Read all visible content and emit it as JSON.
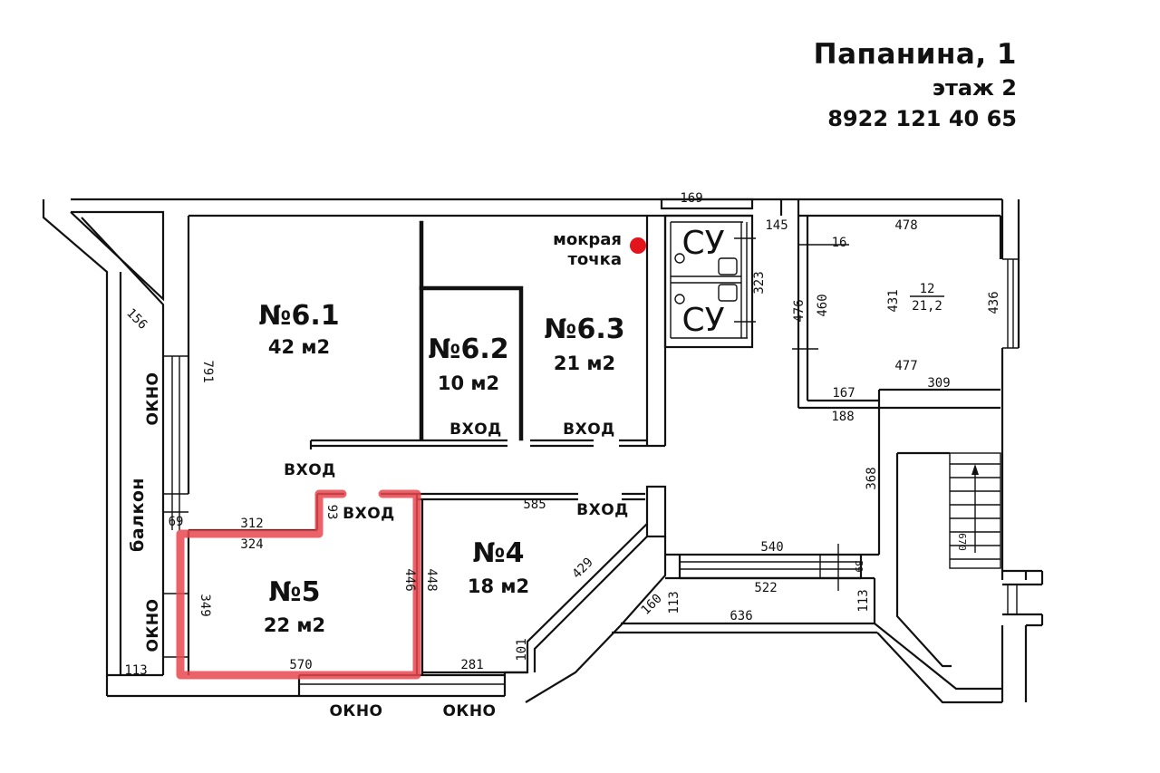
{
  "header": {
    "address": "Папанина, 1",
    "floor": "этаж 2",
    "phone": "8922 121 40 65"
  },
  "rooms": [
    {
      "id": "6.1",
      "number": "№6.1",
      "area": "42 м2"
    },
    {
      "id": "6.2",
      "number": "№6.2",
      "area": "10 м2"
    },
    {
      "id": "6.3",
      "number": "№6.3",
      "area": "21 м2"
    },
    {
      "id": "5",
      "number": "№5",
      "area": "22 м2",
      "highlighted": true
    },
    {
      "id": "4",
      "number": "№4",
      "area": "18 м2"
    }
  ],
  "room12": {
    "number": "12",
    "area": "21,2"
  },
  "labels": {
    "entrance": "ВХОД",
    "window": "ОКНО",
    "balcony": "балкон",
    "wet_point_line1": "мокрая",
    "wet_point_line2": "точка",
    "bathroom": "СУ"
  },
  "dimensions": {
    "d169": "169",
    "d145": "145",
    "d478": "478",
    "d16": "16",
    "d323": "323",
    "d476": "476",
    "d460": "460",
    "d431": "431",
    "d436": "436",
    "d477": "477",
    "d309": "309",
    "d167": "167",
    "d188": "188",
    "d156": "156",
    "d791": "791",
    "d69": "69",
    "d312": "312",
    "d324": "324",
    "d93": "93",
    "d349": "349",
    "d113a": "113",
    "d570": "570",
    "d446": "446",
    "d448": "448",
    "d585": "585",
    "d281": "281",
    "d101": "101",
    "d429": "429",
    "d160": "160",
    "d113b": "113",
    "d636": "636",
    "d540": "540",
    "d522": "522",
    "d59": "59",
    "d113c": "113",
    "d368": "368",
    "d670": "670"
  },
  "colors": {
    "highlight": "#e8474e",
    "wet_point": "#e3141b",
    "walls": "#111111"
  }
}
